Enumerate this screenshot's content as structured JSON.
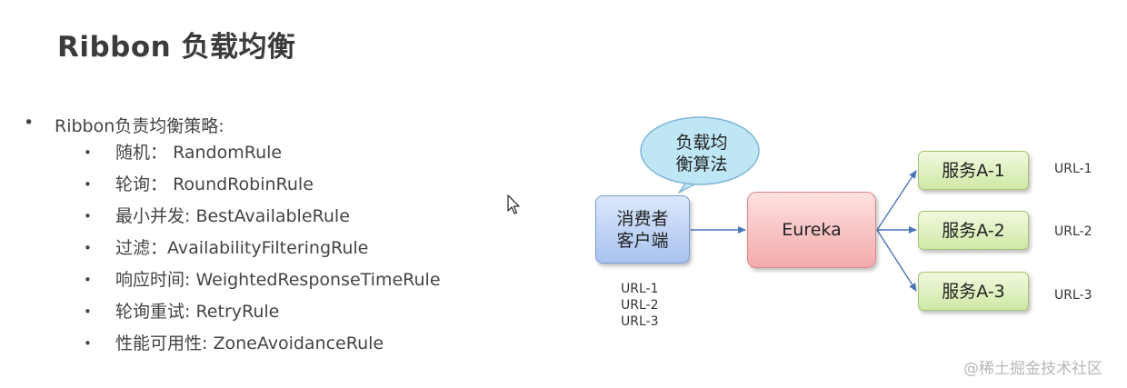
{
  "title": "Ribbon 负载均衡",
  "intro": {
    "bullet": "•",
    "text": "Ribbon负责均衡策略:"
  },
  "strategies": [
    {
      "label": "随机：",
      "rule": "RandomRule"
    },
    {
      "label": "轮询：",
      "rule": "RoundRobinRule"
    },
    {
      "label": "最小并发:",
      "rule": "BestAvailableRule"
    },
    {
      "label": "过滤：",
      "rule": "AvailabilityFilteringRule"
    },
    {
      "label": "响应时间:",
      "rule": "WeightedResponseTimeRule"
    },
    {
      "label": "轮询重试:",
      "rule": "RetryRule"
    },
    {
      "label": "性能可用性:",
      "rule": "ZoneAvoidanceRule"
    }
  ],
  "diagram": {
    "bubble": [
      "负载均",
      "衡算法"
    ],
    "consumer": [
      "消费者",
      "客户端"
    ],
    "registry": "Eureka",
    "services": [
      "服务A-1",
      "服务A-2",
      "服务A-3"
    ],
    "consumer_urls": [
      "URL-1",
      "URL-2",
      "URL-3"
    ],
    "service_urls": [
      "URL-1",
      "URL-2",
      "URL-3"
    ]
  },
  "watermark": "@稀土掘金技术社区",
  "colors": {
    "consumer_fill": "#a9c3ef",
    "registry_fill": "#f4aaaa",
    "service_fill": "#cfe8a6",
    "bubble_fill": "#bfe6f5",
    "arrow": "#4a76b8"
  }
}
